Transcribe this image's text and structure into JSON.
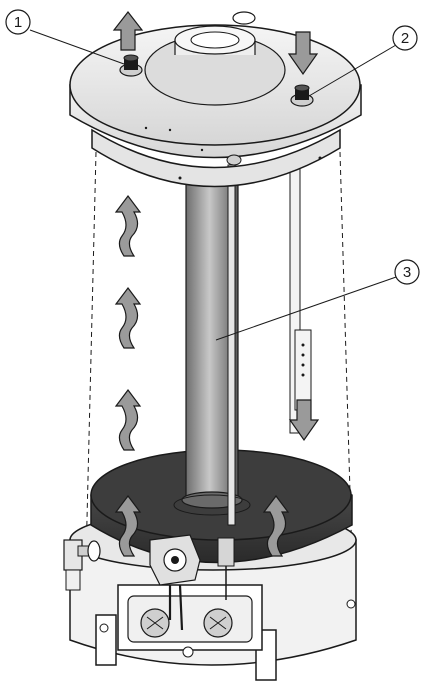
{
  "callouts": [
    {
      "label": "1",
      "target": "cold-water-inlet"
    },
    {
      "label": "2",
      "target": "hot-water-outlet"
    },
    {
      "label": "3",
      "target": "flue-tube"
    }
  ],
  "flows": {
    "hot_rising": "up",
    "cold_entering": "down"
  },
  "colors": {
    "outline": "#1a1a1a",
    "tank_top": "#e6e6e6",
    "flue": "#8f8f8f",
    "base_plate": "#3a3a3a",
    "arrow_fill": "#9a9a9a"
  }
}
